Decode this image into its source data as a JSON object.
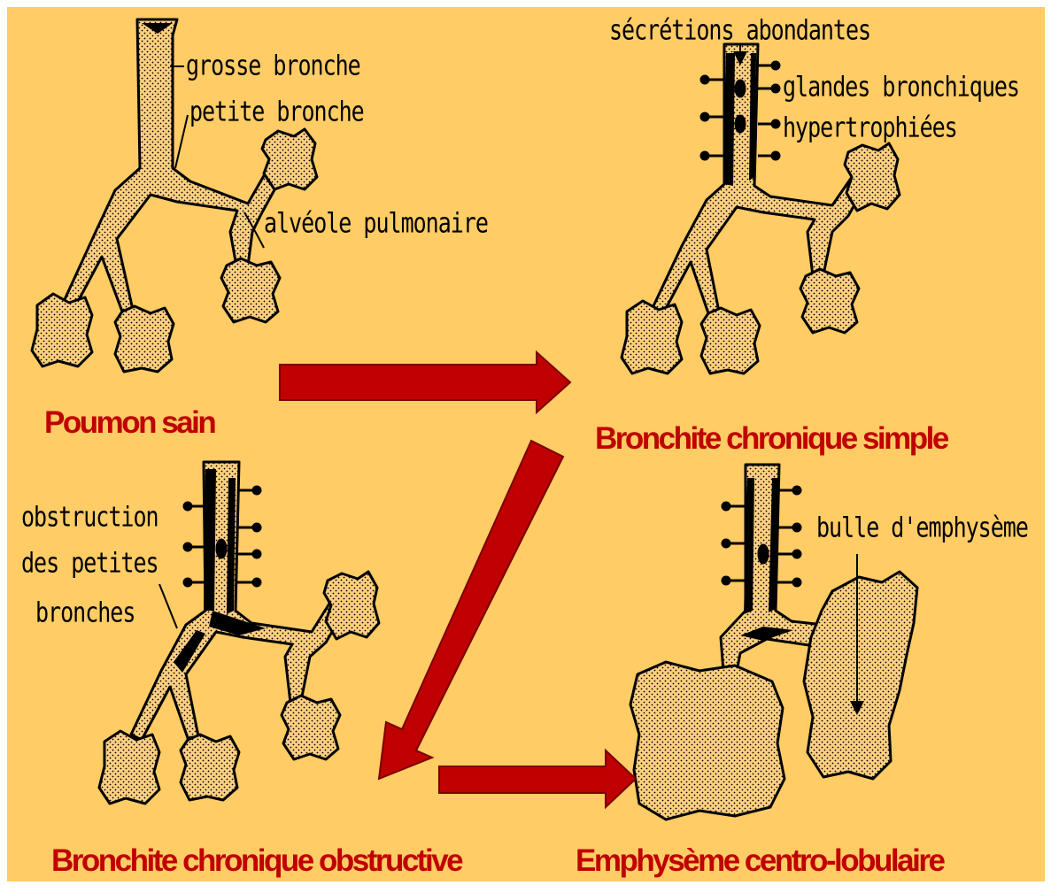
{
  "colors": {
    "background": "#ffcc66",
    "title": "#c00000",
    "arrow": "#c00000",
    "tissue": "#ffd080",
    "outline": "#000000"
  },
  "stages": {
    "healthy": {
      "title": "Poumon sain",
      "labels": {
        "large_bronchus": "grosse bronche",
        "small_bronchus": "petite bronche",
        "alveolus": "alvéole pulmonaire"
      }
    },
    "simple": {
      "title": "Bronchite chronique simple",
      "labels": {
        "secretions": "sécrétions abondantes",
        "glands_1": "glandes bronchiques",
        "glands_2": "hypertrophiées"
      }
    },
    "obstructive": {
      "title": "Bronchite chronique obstructive",
      "labels": {
        "line1": "obstruction",
        "line2": "des petites",
        "line3": "bronches"
      }
    },
    "emphysema": {
      "title": "Emphysème centro-lobulaire",
      "labels": {
        "bulla": "bulle d'emphysème"
      }
    }
  }
}
